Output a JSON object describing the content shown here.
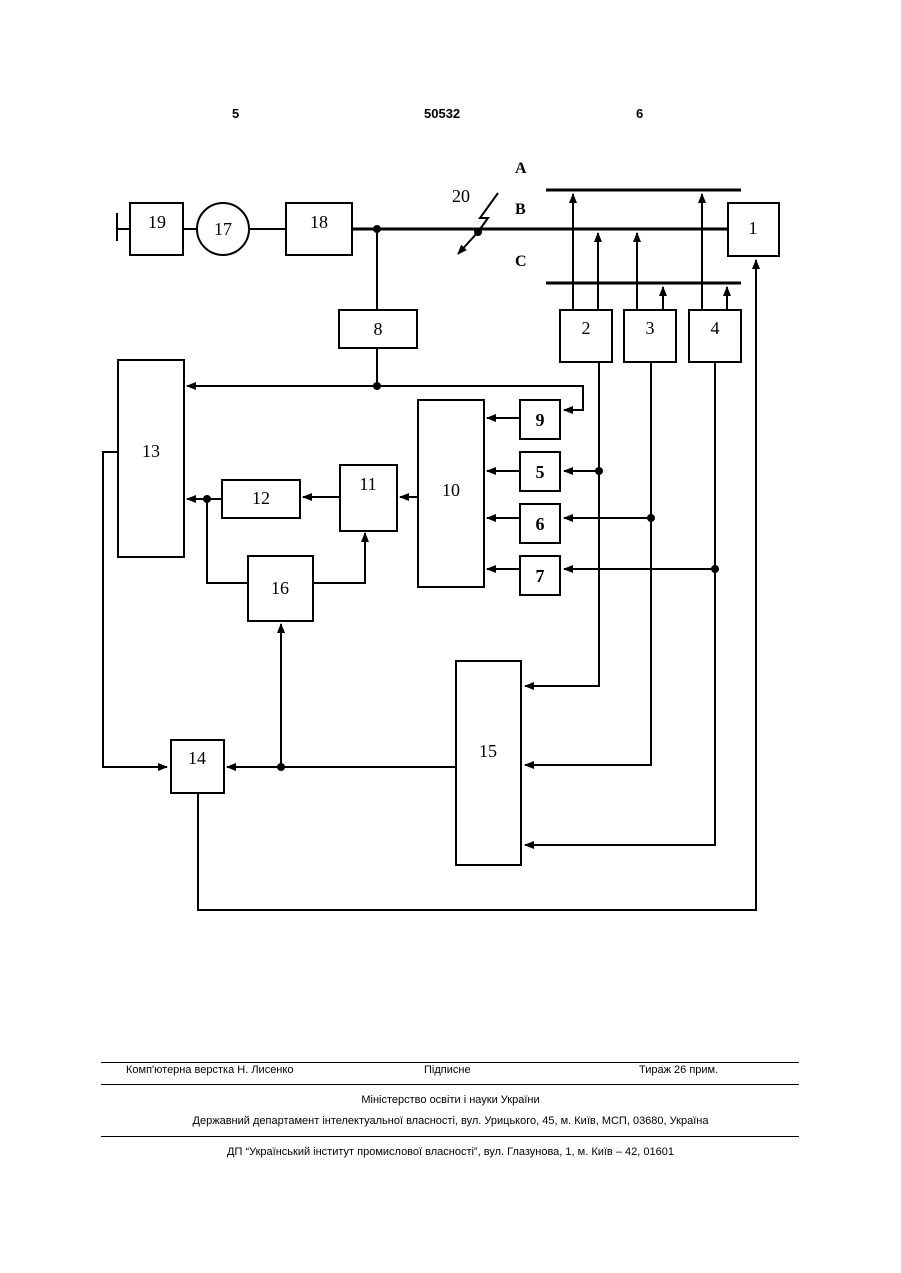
{
  "header": {
    "left_page": "5",
    "patent_number": "50532",
    "right_page": "6"
  },
  "phases": {
    "a": "A",
    "b": "B",
    "c": "C"
  },
  "fault_label": "20",
  "blocks": {
    "b1": "1",
    "b2": "2",
    "b3": "3",
    "b4": "4",
    "b5": "5",
    "b6": "6",
    "b7": "7",
    "b8": "8",
    "b9": "9",
    "b10": "10",
    "b11": "11",
    "b12": "12",
    "b13": "13",
    "b14": "14",
    "b15": "15",
    "b16": "16",
    "b17": "17",
    "b18": "18",
    "b19": "19"
  },
  "footer": {
    "layout": "Комп'ютерна верстка Н. Лисенко",
    "signed": "Підписне",
    "circulation": "Тираж 26 прим.",
    "ministry": "Міністерство освіти і науки України",
    "department": "Державний департамент інтелектуальної власності, вул. Урицького, 45, м. Київ, МСП, 03680, Україна",
    "institute": "ДП “Український інститут промислової власності”, вул. Глазунова, 1, м. Київ – 42, 01601"
  }
}
